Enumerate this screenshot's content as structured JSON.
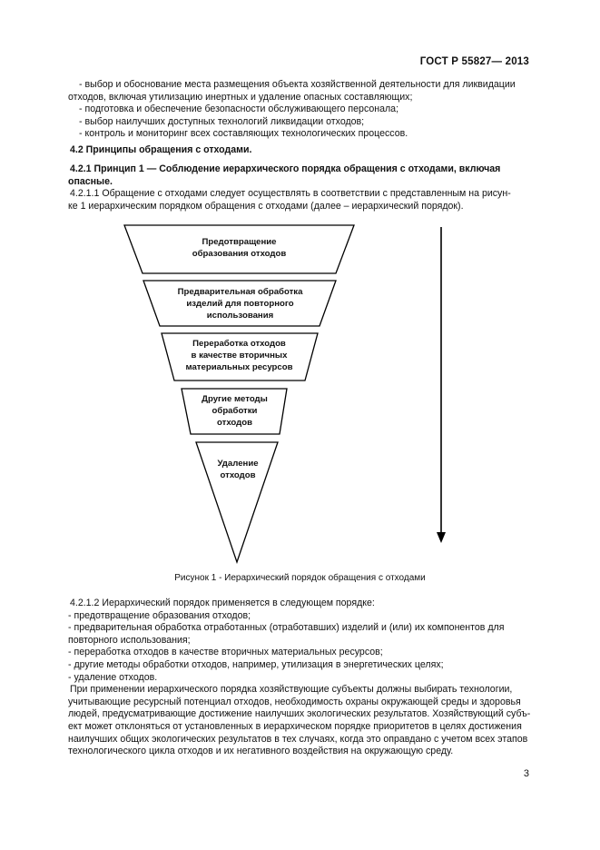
{
  "header": "ГОСТ Р  55827— 2013",
  "intro_lines": [
    "- выбор и обоснование места размещения объекта хозяйственной деятельности для ликвидации",
    "отходов, включая утилизацию инертных и удаление опасных составляющих;",
    "- подготовка и обеспечение безопасности обслуживающего персонала;",
    "- выбор наилучших доступных технологий ликвидации отходов;",
    "- контроль и мониторинг  всех составляющих технологических процессов."
  ],
  "section_heading": "4.2 Принципы обращения с отходами.",
  "principle_lines": [
    "4.2.1 Принцип 1 — Соблюдение иерархического порядка обращения с отходами, включая",
    "опасные."
  ],
  "clause_lines": [
    "4.2.1.1 Обращение с отходами следует осуществлять в соответствии с представленным на рисун-",
    "ке 1  иерархическим порядком обращения с отходами (далее – иерархический порядок)."
  ],
  "figure": {
    "levels": [
      [
        "Предотвращение",
        "образования отходов"
      ],
      [
        "Предварительная обработка",
        "изделий для повторного",
        "использования"
      ],
      [
        "Переработка отходов",
        "в качестве вторичных",
        "материальных ресурсов"
      ],
      [
        "Другие методы",
        "обработки",
        "отходов"
      ],
      [
        "Удаление",
        "отходов"
      ]
    ],
    "caption": "Рисунок 1 - Иерархический порядок обращения с отходами"
  },
  "order_lines": [
    "4.2.1.2 Иерархический порядок применяется в следующем порядке:",
    "- предотвращение образования отходов;",
    "- предварительная обработка отработанных (отработавших) изделий и (или) их компонентов для",
    "повторного использования;",
    "- переработка отходов в качестве вторичных материальных ресурсов;",
    "- другие методы обработки отходов, например, утилизация в энергетических целях;",
    "- удаление отходов.",
    "При применении иерархического порядка хозяйствующие субъекты должны выбирать технологии,",
    "учитывающие ресурсный потенциал отходов,  необходимость охраны окружающей среды и здоровья",
    "людей, предусматривающие достижение наилучших экологических результатов. Хозяйствующий субъ-",
    "ект может отклоняться  от установленных в иерархическом порядке приоритетов в целях достижения",
    "наилучших общих экологических результатов в тех случаях, когда это оправдано с учетом всех этапов",
    "технологического цикла отходов и их негативного  воздействия на окружающую среду."
  ],
  "page_number": "3"
}
